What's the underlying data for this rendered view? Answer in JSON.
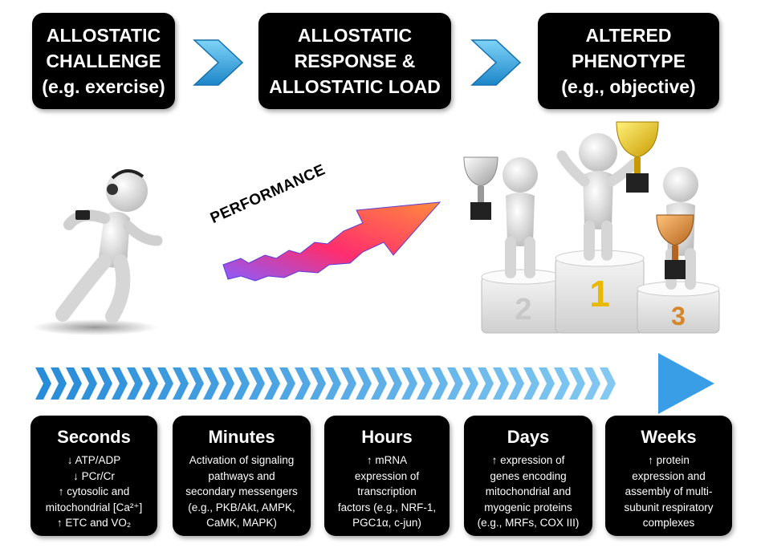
{
  "header": {
    "step1": "ALLOSTATIC\nCHALLENGE\n(e.g. exercise)",
    "step2": "ALLOSTATIC\nRESPONSE &\nALLOSTATIC LOAD",
    "step3": "ALTERED\nPHENOTYPE\n(e.g., objective)"
  },
  "middle": {
    "performance_label": "PERFORMANCE",
    "podium": {
      "first": "1",
      "second": "2",
      "third": "3"
    }
  },
  "timeline": [
    {
      "title": "Seconds",
      "body": "↓ ATP/ADP\n↓ PCr/Cr\n↑ cytosolic and\nmitochondrial [Ca²⁺]\n↑ ETC and VO₂"
    },
    {
      "title": "Minutes",
      "body": "Activation of signaling\npathways and\nsecondary messengers\n(e.g., PKB/Akt, AMPK,\nCaMK, MAPK)"
    },
    {
      "title": "Hours",
      "body": "↑ mRNA\nexpression of\ntranscription\nfactors (e.g., NRF-1,\nPGC1α, c-jun)"
    },
    {
      "title": "Days",
      "body": "↑ expression of\ngenes encoding\nmitochondrial and\nmyogenic proteins\n(e.g., MRFs, COX III)"
    },
    {
      "title": "Weeks",
      "body": "↑ protein\nexpression and\nassembly of multi-\nsubunit respiratory\ncomplexes"
    }
  ],
  "colors": {
    "chevron_blue": "#2aa6e0",
    "arrow_pink": "#ff2d6e",
    "arrow_orange": "#ff8a3d",
    "gold": "#e9b800",
    "silver": "#c8c8c8",
    "bronze": "#d5852a",
    "box_black": "#000000"
  },
  "icons": [
    "next-step-chevron-icon",
    "runner-figure-icon",
    "trophy-icon",
    "timeline-arrow-icon"
  ]
}
